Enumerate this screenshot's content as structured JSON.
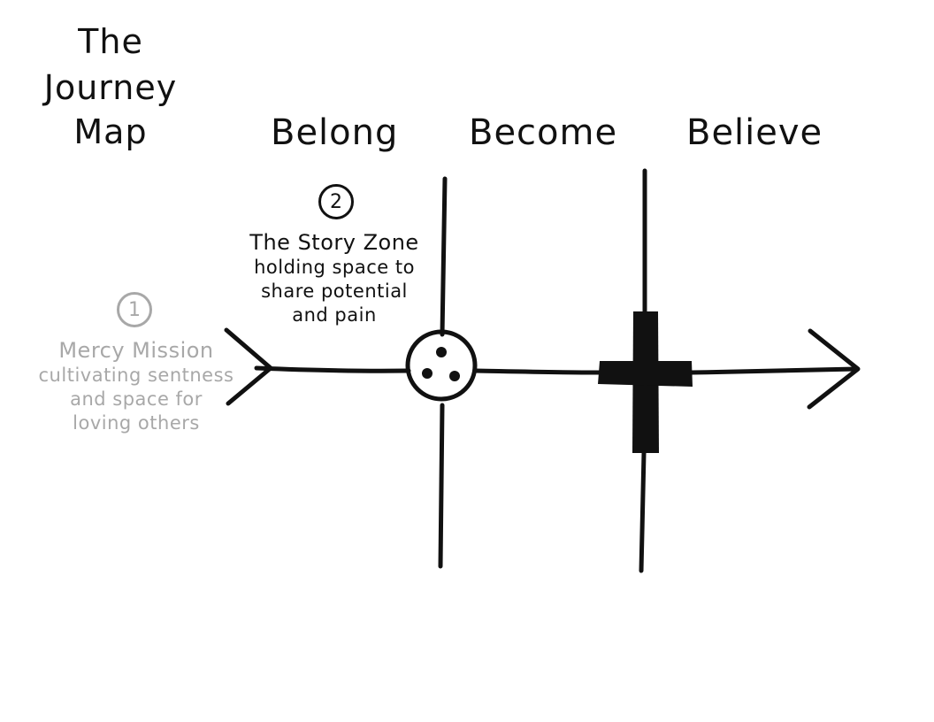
{
  "title": {
    "line1": "The",
    "line2": "Journey",
    "line3": "Map"
  },
  "stages": [
    {
      "label": "Belong"
    },
    {
      "label": "Become"
    },
    {
      "label": "Believe"
    }
  ],
  "steps": [
    {
      "number": "1",
      "title": "Mercy Mission",
      "lines": [
        "cultivating sentness",
        "and space for",
        "loving others"
      ],
      "color": "#a8a8a8"
    },
    {
      "number": "2",
      "title": "The Story Zone",
      "lines": [
        "holding space to",
        "share potential",
        "and pain"
      ],
      "color": "#111111"
    }
  ],
  "colors": {
    "ink": "#111111",
    "faded": "#a8a8a8",
    "background": "#ffffff"
  },
  "icons": {
    "path_arrow": "arrow-icon",
    "tail_fletching": "fletching-icon",
    "community_marker": "three-dot-circle-icon",
    "belief_marker": "cross-icon"
  }
}
